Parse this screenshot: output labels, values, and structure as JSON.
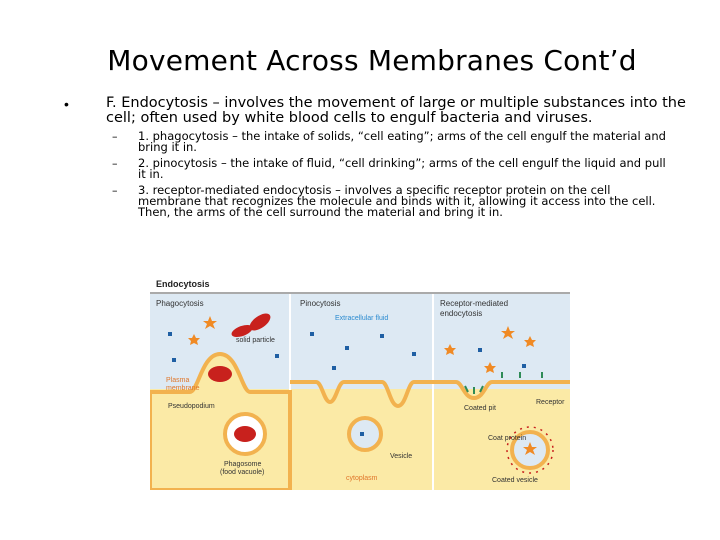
{
  "slide": {
    "title": "Movement Across Membranes Cont’d",
    "bullet_symbol": "•",
    "main_text": "F. Endocytosis – involves the movement of large or multiple substances into the cell; often used by white blood cells to engulf bacteria and viruses.",
    "sub_items": [
      {
        "dash": "–",
        "text": "1. phagocytosis – the intake of solids, “cell eating”; arms of the cell engulf the material and bring it in."
      },
      {
        "dash": "–",
        "text": "2. pinocytosis – the intake of fluid, “cell drinking”; arms of the cell engulf the liquid and pull it in."
      },
      {
        "dash": "–",
        "text": "3. receptor-mediated endocytosis – involves a specific receptor protein on the cell membrane that recognizes the molecule and binds with it, allowing it access into the cell. Then, the arms of the cell surround the material and bring it in."
      }
    ]
  },
  "figure": {
    "title": "Endocytosis",
    "panels": [
      "Phagocytosis",
      "Pinocytosis",
      "Receptor-mediated endocytosis"
    ],
    "labels": {
      "extracellular_fluid": "Extracellular fluid",
      "solid_particle": "solid particle",
      "plasma_membrane": "Plasma membrane",
      "pseudopodium": "Pseudopodium",
      "phagosome": "Phagosome (food vacuole)",
      "vesicle": "Vesicle",
      "cytoplasm": "cytoplasm",
      "coated_pit": "Coated pit",
      "receptor": "Receptor",
      "coat_protein": "Coat protein",
      "coated_vesicle": "Coated vesicle"
    },
    "colors": {
      "extracellular": "#dde9f3",
      "cytoplasm": "#fbeaa6",
      "membrane": "#f2b24f",
      "bacteria": "#c8211d",
      "particle_star": "#f08a24",
      "molecule_square": "#1f5fa3",
      "receptor_green": "#2e8b57"
    }
  }
}
